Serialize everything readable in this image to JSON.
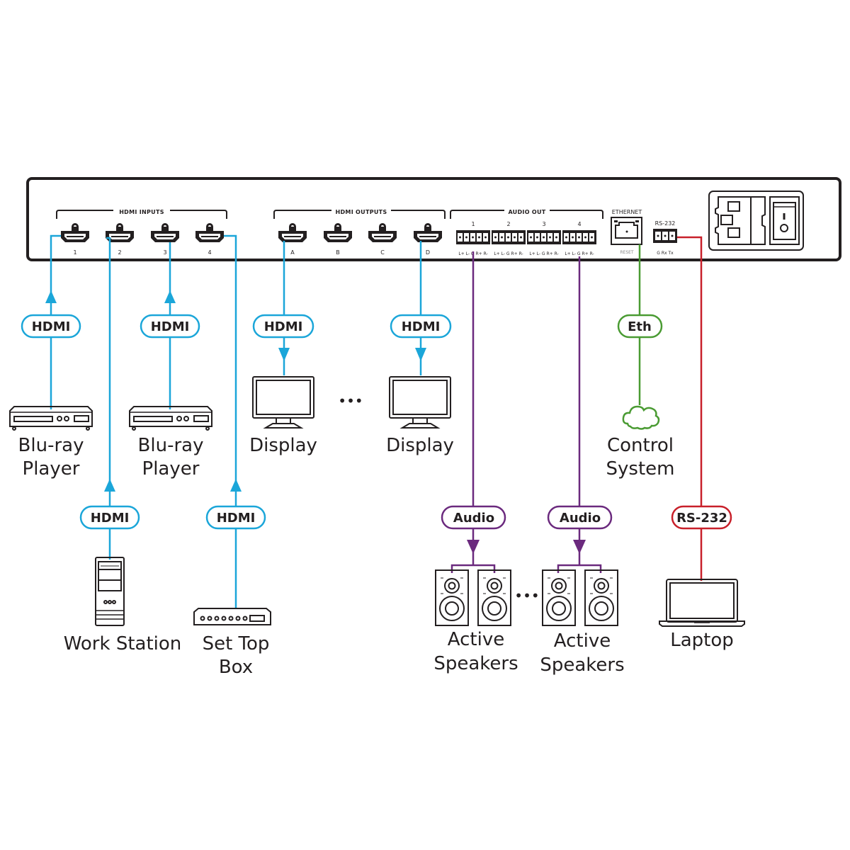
{
  "device_panel": {
    "hdmi_inputs": {
      "title": "HDMI INPUTS",
      "ports": [
        "1",
        "2",
        "3",
        "4"
      ]
    },
    "hdmi_outputs": {
      "title": "HDMI OUTPUTS",
      "ports": [
        "A",
        "B",
        "C",
        "D"
      ]
    },
    "audio_out": {
      "title": "AUDIO OUT",
      "ports": [
        "1",
        "2",
        "3",
        "4"
      ],
      "pin_labels": "L+ L- G R+ R-"
    },
    "ethernet": {
      "title": "ETHERNET",
      "sub": "RESET"
    },
    "rs232": {
      "title": "RS-232",
      "pins": "G Rx Tx"
    }
  },
  "connections": {
    "hdmi_label": "HDMI",
    "audio_label": "Audio",
    "eth_label": "Eth",
    "rs232_label": "RS-232"
  },
  "colors": {
    "hdmi": "#1ba6d9",
    "audio": "#6b2a7e",
    "ethernet": "#4a9b33",
    "rs232": "#c8202a",
    "outline": "#231f20"
  },
  "devices": {
    "bluray1": {
      "line1": "Blu-ray",
      "line2": "Player"
    },
    "bluray2": {
      "line1": "Blu-ray",
      "line2": "Player"
    },
    "workstation": {
      "line1": "Work Station"
    },
    "settop": {
      "line1": "Set Top",
      "line2": "Box"
    },
    "display1": {
      "line1": "Display"
    },
    "display2": {
      "line1": "Display"
    },
    "speakers1": {
      "line1": "Active",
      "line2": "Speakers"
    },
    "speakers2": {
      "line1": "Active",
      "line2": "Speakers"
    },
    "control": {
      "line1": "Control",
      "line2": "System"
    },
    "laptop": {
      "line1": "Laptop"
    }
  },
  "ellipsis": "•••"
}
